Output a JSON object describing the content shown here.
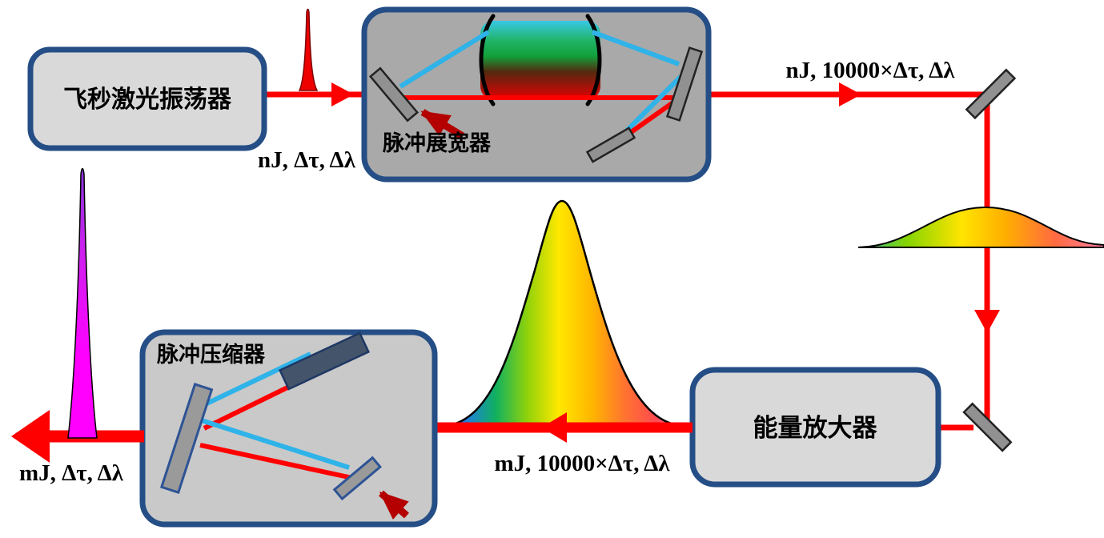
{
  "diagram": {
    "type": "chirped-pulse-amplification-schematic",
    "blocks": {
      "oscillator": {
        "label": "飞秒激光振荡器"
      },
      "stretcher": {
        "label": "脉冲展宽器"
      },
      "amplifier": {
        "label": "能量放大器"
      },
      "compressor": {
        "label": "脉冲压缩器"
      }
    },
    "annotations": {
      "after_oscillator": "nJ, Δτ, Δλ",
      "after_stretcher": "nJ, 10000×Δτ, Δλ",
      "after_amplifier": "mJ, 10000×Δτ, Δλ",
      "output": "mJ, Δτ, Δλ"
    },
    "colors": {
      "box_border": "#244E85",
      "block_fill_light": "#D9D9D9",
      "stretcher_fill": "#A9A9A9",
      "compressor_fill": "#C9C9C9",
      "beam_red": "#FF0000",
      "beam_blue": "#2FB3E8",
      "injection_arrow_dark_red": "#B40000",
      "output_pulse_magenta": "#FF00FF",
      "grating_dark_navy": "#44546A"
    }
  }
}
